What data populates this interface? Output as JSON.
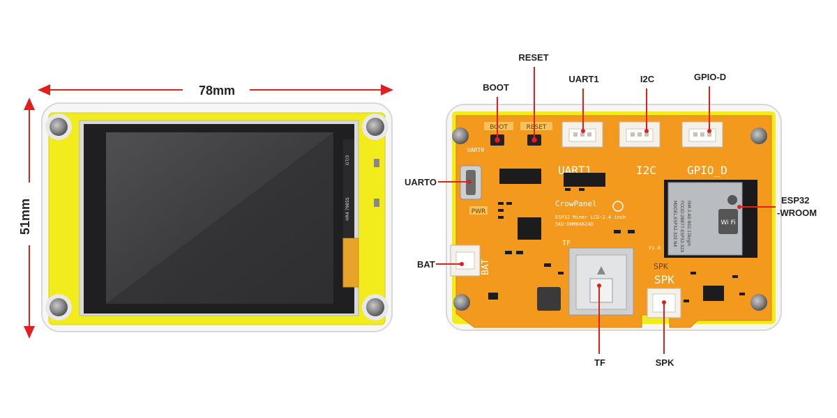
{
  "dimensions": {
    "width_label": "78mm",
    "height_label": "51mm"
  },
  "front": {
    "side_marks": [
      "G7/3",
      "HR4 7985S"
    ]
  },
  "back": {
    "silkscreen": {
      "uart0": "UART0",
      "boot": "BOOT",
      "reset": "RESET",
      "uart1": "UART1",
      "i2c": "I2C",
      "gpio_d": "GPIO_D",
      "pwr": "PWR",
      "tf": "TF",
      "spk": "SPK",
      "bat": "BAT",
      "brand": "CrowPanel",
      "model": "ESP32 Miner LCD-2.4 inch",
      "sku": "SKU:DHM84624D",
      "version": "V1.0"
    },
    "module_text": [
      "MODEL:ESP32-32E N4",
      "FCCID:2B877-ESP32-32X",
      "ISM 2.4G 802.11b/g/n"
    ],
    "wifi_text": "Wi Fi"
  },
  "callouts": {
    "reset": "RESET",
    "boot": "BOOT",
    "uart1": "UART1",
    "i2c": "I2C",
    "gpio": "GPIO-D",
    "uart0": "UARTO",
    "esp32_line1": "ESP32",
    "esp32_line2": "-WROOM",
    "bat": "BAT",
    "tf": "TF",
    "spk": "SPK"
  },
  "colors": {
    "accent_red": "#e0201f",
    "board_yellow": "#f2ec1c",
    "pcb_orange": "#f39a1e",
    "screen_dark": "#3b3b3d"
  }
}
